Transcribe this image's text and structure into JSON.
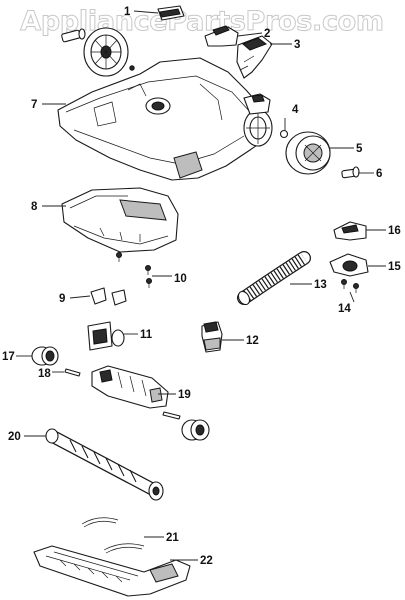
{
  "watermark": "AppliancePartsPros.com",
  "labels": [
    "1",
    "2",
    "3",
    "4",
    "5",
    "6",
    "7",
    "8",
    "9",
    "10",
    "11",
    "12",
    "13",
    "14",
    "15",
    "16",
    "17",
    "18",
    "19",
    "20",
    "21",
    "22"
  ]
}
